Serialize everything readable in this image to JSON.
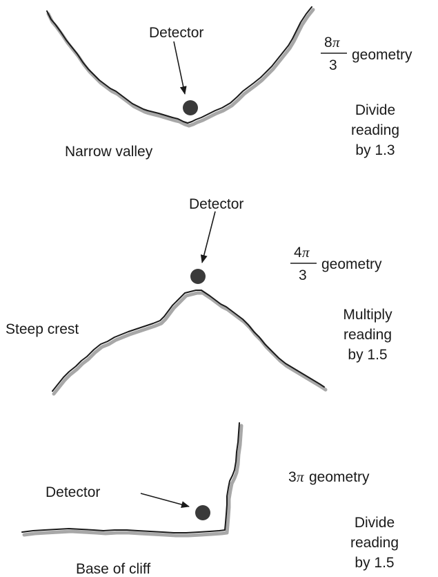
{
  "panels": {
    "valley": {
      "detector_label": "Detector",
      "terrain_label": "Narrow valley",
      "geometry": {
        "numerator": "8",
        "pi": "π",
        "denominator": "3",
        "suffix": "geometry"
      },
      "correction": [
        "Divide",
        "reading",
        "by 1.3"
      ]
    },
    "crest": {
      "detector_label": "Detector",
      "terrain_label": "Steep crest",
      "geometry": {
        "numerator": "4",
        "pi": "π",
        "denominator": "3",
        "suffix": "geometry"
      },
      "correction": [
        "Multiply",
        "reading",
        "by 1.5"
      ]
    },
    "cliff": {
      "detector_label": "Detector",
      "terrain_label": "Base of cliff",
      "geometry": {
        "numerator": "3",
        "pi": "π",
        "suffix": "geometry"
      },
      "correction": [
        "Divide",
        "reading",
        "by 1.5"
      ]
    }
  },
  "colors": {
    "line": "#1a1a1a",
    "terrain_shadow": "#a8a8a8",
    "detector": "#3a3a3a"
  }
}
